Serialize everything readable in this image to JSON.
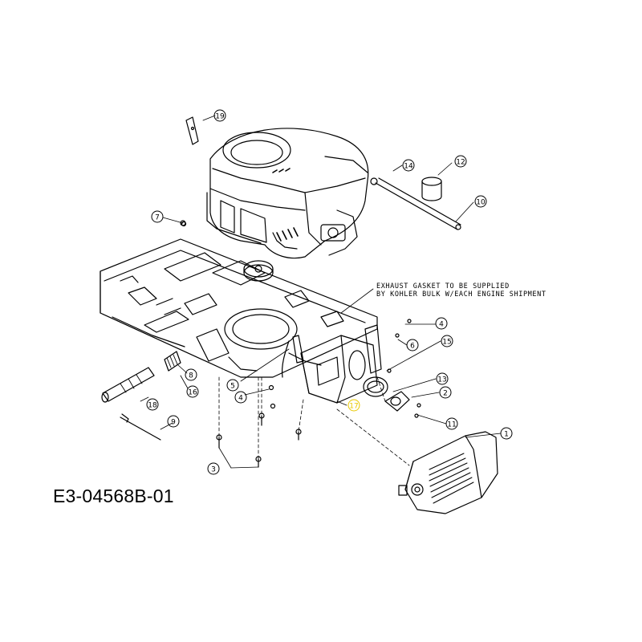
{
  "diagram": {
    "id_label": "E3-04568B-01",
    "note_lines": [
      "EXHAUST GASKET TO BE SUPPLIED",
      "BY KOHLER BULK W/EACH ENGINE SHIPMENT"
    ],
    "callouts": [
      "19",
      "14",
      "12",
      "10",
      "7",
      "4",
      "6",
      "15",
      "13",
      "2",
      "11",
      "1",
      "8",
      "16",
      "5",
      "4",
      "17",
      "18",
      "9",
      "3"
    ],
    "highlight_color": "#e8c800"
  }
}
